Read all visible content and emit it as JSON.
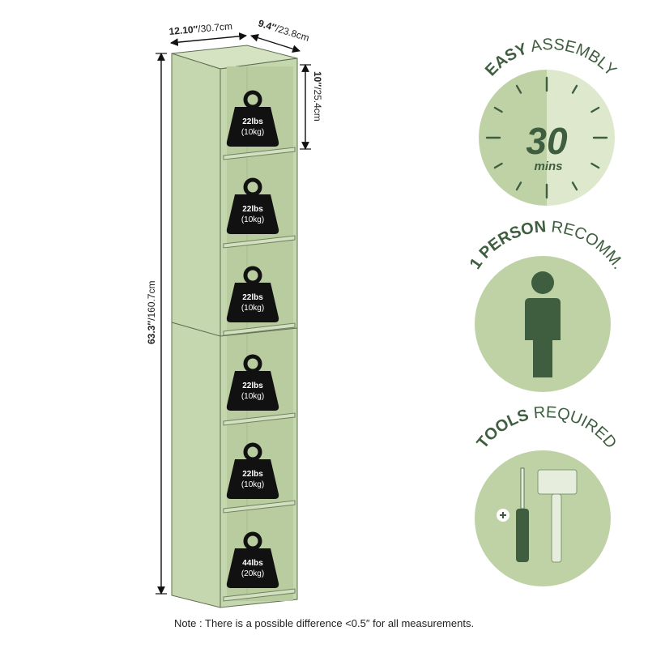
{
  "dimensions": {
    "width_in": "12.10″",
    "width_cm": "/30.7cm",
    "depth_in": "9.4″",
    "depth_cm": "/23.8cm",
    "shelf_in": "10″",
    "shelf_cm": "/25.4cm",
    "height_in": "63.3″",
    "height_cm": "/160.7cm"
  },
  "weights": [
    {
      "lbs": "22lbs",
      "kg": "(10kg)"
    },
    {
      "lbs": "22lbs",
      "kg": "(10kg)"
    },
    {
      "lbs": "22lbs",
      "kg": "(10kg)"
    },
    {
      "lbs": "22lbs",
      "kg": "(10kg)"
    },
    {
      "lbs": "22lbs",
      "kg": "(10kg)"
    },
    {
      "lbs": "44lbs",
      "kg": "(20kg)"
    }
  ],
  "badges": {
    "assembly": {
      "bold": "EASY",
      "rest": " ASSEMBLY",
      "number": "30",
      "unit": "mins",
      "icon": "clock-icon"
    },
    "person": {
      "bold": "1 PERSON",
      "rest": " RECOMM.",
      "icon": "person-icon"
    },
    "tools": {
      "bold": "TOOLS",
      "rest": " REQUIRED",
      "icon": "tools-icon"
    }
  },
  "note": "Note : There is a possible difference <0.5″ for all measurements.",
  "colors": {
    "cabinet": "#c5d7ae",
    "cabinet_side": "#b3c79b",
    "badge_bg": "#bfd2a6",
    "badge_light": "#dde8cc",
    "dark_green": "#3e5e3f",
    "weight_icon": "#111111"
  }
}
